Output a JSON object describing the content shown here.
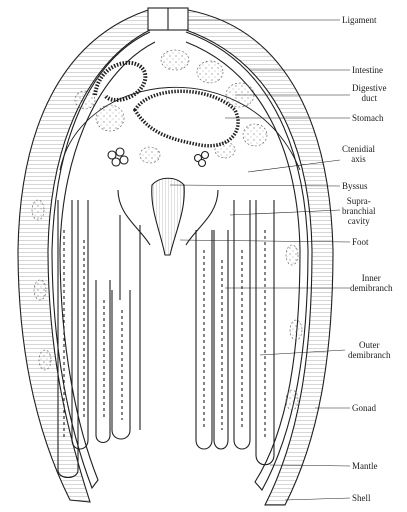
{
  "labels": {
    "ligament": "Ligament",
    "intestine": "Intestine",
    "digestive_duct": [
      "Digestive",
      "duct"
    ],
    "stomach": "Stomach",
    "ctenidial_axis": [
      "Ctenidial",
      "axis"
    ],
    "byssus": "Byssus",
    "suprabranchial_cavity": [
      "Supra-",
      "branchial",
      "cavity"
    ],
    "foot": "Foot",
    "inner_demibranch": [
      "Inner",
      "demibranch"
    ],
    "outer_demibranch": [
      "Outer",
      "demibranch"
    ],
    "gonad": "Gonad",
    "mantle": "Mantle",
    "shell": "Shell"
  },
  "colors": {
    "ink": "#1f1f1f",
    "paper": "#ffffff",
    "hatch": "#555555"
  }
}
